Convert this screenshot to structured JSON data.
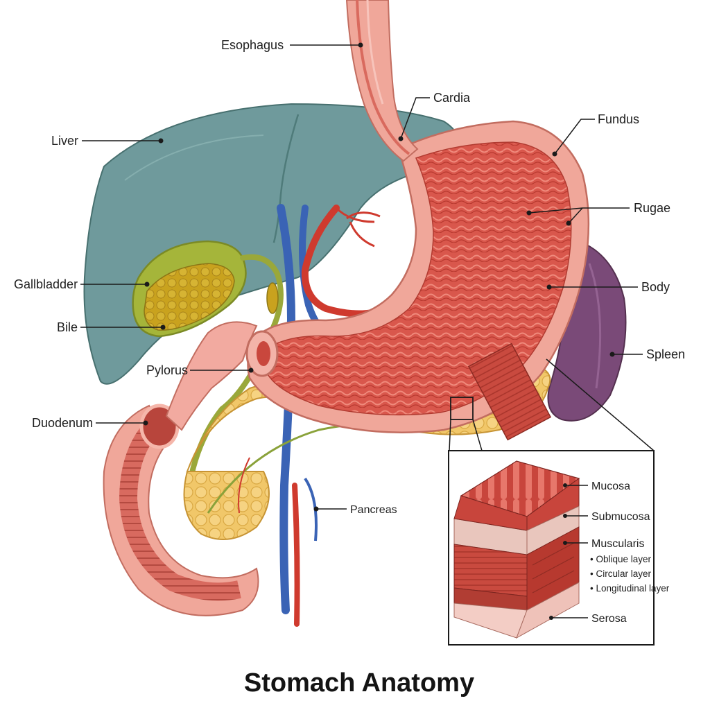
{
  "title": "Stomach Anatomy",
  "labels": {
    "esophagus": "Esophagus",
    "cardia": "Cardia",
    "fundus": "Fundus",
    "liver": "Liver",
    "rugae": "Rugae",
    "gallbladder": "Gallbladder",
    "body": "Body",
    "bile": "Bile",
    "spleen": "Spleen",
    "pylorus": "Pylorus",
    "duodenum": "Duodenum",
    "pancreas": "Pancreas"
  },
  "inset": {
    "mucosa": "Mucosa",
    "submucosa": "Submucosa",
    "muscularis": "Muscularis",
    "sublayers": [
      "• Oblique layer",
      "• Circular layer",
      "• Longitudinal layer"
    ],
    "serosa": "Serosa"
  },
  "colors": {
    "liver": "#6f9a9c",
    "stomach_outer": "#f0a79a",
    "stomach_inner": "#d95c50",
    "gallbladder": "#a5b53a",
    "bile": "#c9a21e",
    "spleen": "#7a4a78",
    "pancreas": "#f1c769",
    "artery": "#cf3a2e",
    "vein": "#3a63b5"
  }
}
